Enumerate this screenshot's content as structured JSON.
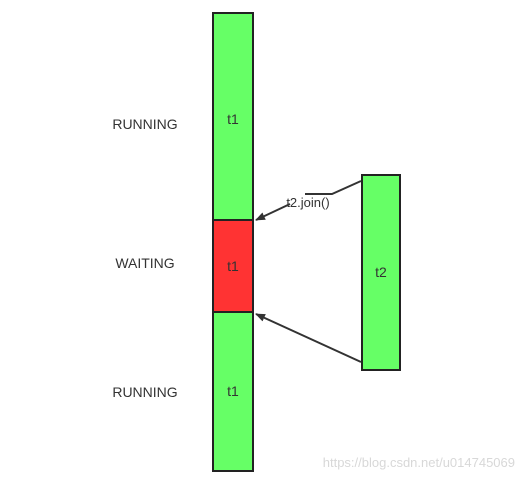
{
  "states": {
    "running_top": "RUNNING",
    "waiting": "WAITING",
    "running_bottom": "RUNNING"
  },
  "threads": {
    "t1_segment_top": "t1",
    "t1_segment_middle": "t1",
    "t1_segment_bottom": "t1",
    "t2": "t2"
  },
  "call": {
    "label": "t2.join()"
  },
  "watermark": "https://blog.csdn.net/u014745069",
  "colors": {
    "running": "#66ff66",
    "waiting": "#ff3333",
    "stroke": "#222222",
    "arrow": "#333333"
  }
}
